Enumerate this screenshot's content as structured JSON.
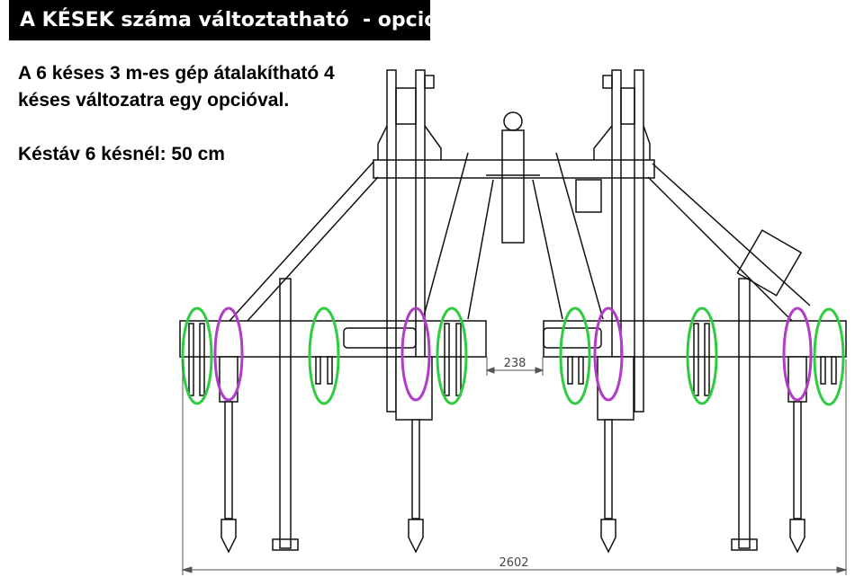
{
  "header": {
    "title": "A KÉSEK száma változtatható  - opció"
  },
  "description": {
    "line1": "A 6 késes 3 m-es gép átalakítható 4",
    "line2": "késes változatra egy opcióval.",
    "line3": "Késtáv 6 késnél: 50 cm"
  },
  "dimensions": {
    "gap": "238",
    "total_width": "2602"
  },
  "colors": {
    "six_knife_marker": "#2ecc40",
    "four_knife_marker": "#b03cc8",
    "lines": "#111111"
  }
}
